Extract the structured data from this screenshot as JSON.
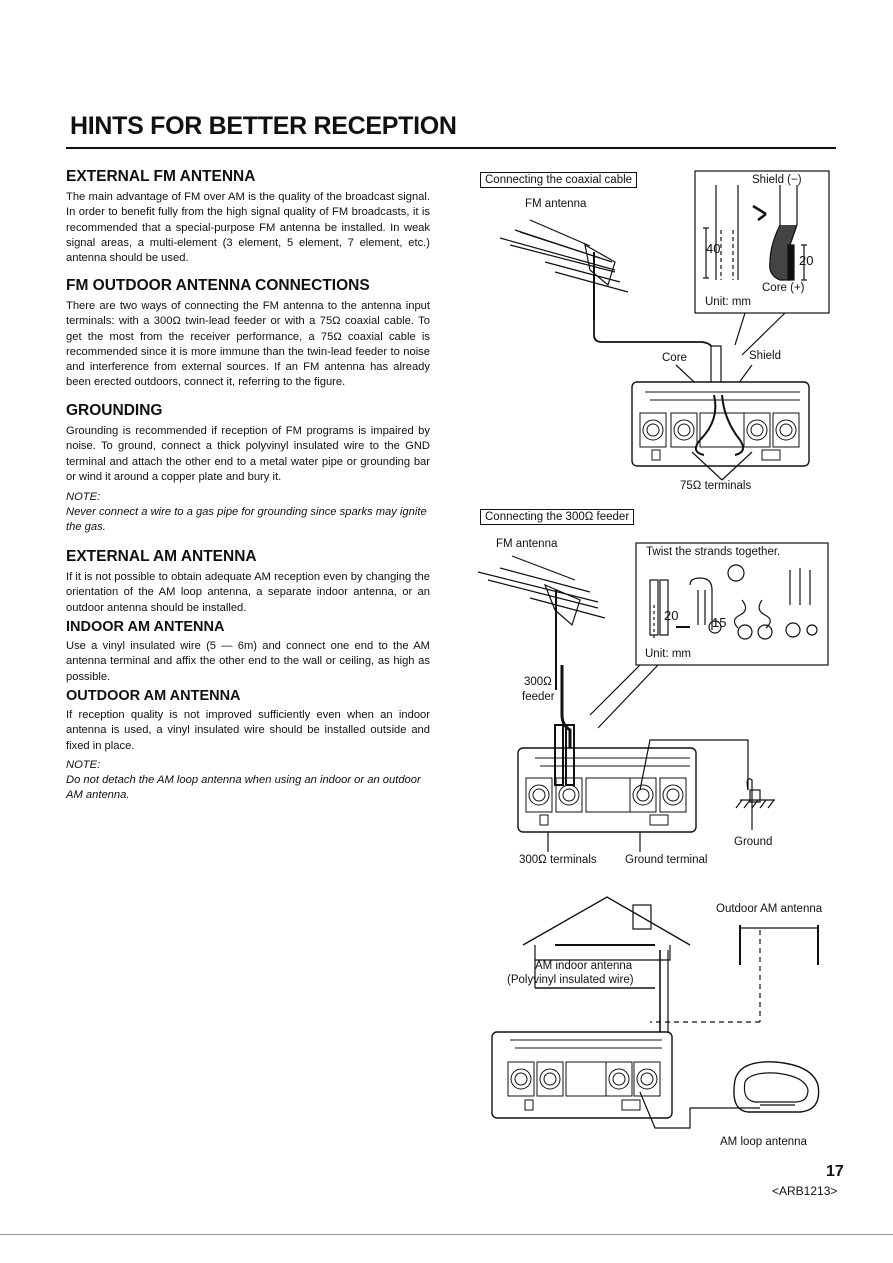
{
  "page_title": "HINTS FOR BETTER RECEPTION",
  "sections": {
    "ext_fm": {
      "heading": "EXTERNAL FM ANTENNA",
      "text": "The main advantage of FM over AM is the quality of the broadcast signal. In order to benefit fully from the high signal quality of FM broadcasts, it is recommended that a special-purpose FM antenna be installed. In weak signal areas, a multi-element (3 element, 5 element, 7 element, etc.) antenna should be used."
    },
    "fm_outdoor": {
      "heading": "FM OUTDOOR ANTENNA CONNECTIONS",
      "text": "There are two ways of connecting the FM antenna to the antenna input terminals: with a 300Ω twin-lead feeder or with a 75Ω coaxial cable. To get the most from the receiver performance, a 75Ω coaxial cable is recommended since it is more immune than the twin-lead feeder to noise and interference from external sources. If an FM antenna has already been erected outdoors, connect it, referring to the figure."
    },
    "grounding": {
      "heading": "GROUNDING",
      "text": "Grounding is recommended if reception of FM programs is impaired by noise. To ground, connect a thick polyvinyl insulated wire to the GND terminal and attach the other end to a metal water pipe or grounding bar or wind it around a copper plate and bury it.",
      "note_label": "NOTE:",
      "note_text": "Never connect a wire to a gas pipe for grounding since sparks may ignite the gas."
    },
    "ext_am": {
      "heading": "EXTERNAL AM ANTENNA",
      "text": "If it is not possible to obtain adequate AM reception even by changing the orientation of the AM loop antenna, a separate indoor antenna, or an outdoor antenna should be installed."
    },
    "indoor_am": {
      "heading": "INDOOR AM ANTENNA",
      "text": "Use a vinyl insulated wire (5 — 6m) and connect one end to the AM antenna terminal and affix the other end to the wall or ceiling, as high as possible."
    },
    "outdoor_am": {
      "heading": "OUTDOOR AM ANTENNA",
      "text": "If reception quality is not improved sufficiently even when an indoor antenna is used, a vinyl insulated wire should be installed outside and fixed in place.",
      "note_label": "NOTE:",
      "note_text": "Do not detach the AM loop antenna when using an indoor or an outdoor AM antenna."
    }
  },
  "figures": {
    "coax": {
      "box_label": "Connecting the coaxial cable",
      "fm_antenna": "FM antenna",
      "shield_minus": "Shield (−)",
      "dim_40": "40",
      "dim_20": "20",
      "core_plus": "Core (+)",
      "unit": "Unit: mm",
      "core": "Core",
      "shield": "Shield",
      "terminals_75": "75Ω terminals"
    },
    "feeder": {
      "box_label": "Connecting the 300Ω feeder",
      "fm_antenna": "FM antenna",
      "twist": "Twist the strands together.",
      "dim_20": "20",
      "dim_15": "15",
      "unit": "Unit: mm",
      "feeder_300a": "300Ω",
      "feeder_300b": "feeder",
      "ground": "Ground",
      "terminals_300": "300Ω terminals",
      "ground_terminal": "Ground terminal"
    },
    "am": {
      "outdoor_am": "Outdoor AM antenna",
      "indoor_1": "AM indoor antenna",
      "indoor_2": "(Polyvinyl insulated wire)",
      "loop": "AM loop antenna"
    }
  },
  "footer": {
    "page_number": "17",
    "doc_code": "<ARB1213>"
  }
}
